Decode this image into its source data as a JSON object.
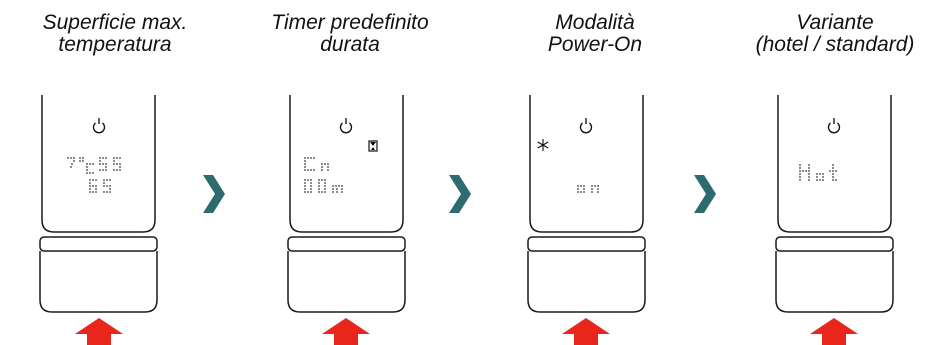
{
  "steps": [
    {
      "title": [
        "Superficie max.",
        "temperatura"
      ],
      "display": [
        "7ꟲC5",
        "65"
      ],
      "indicator": "none"
    },
    {
      "title": [
        "Timer predefinito",
        "durata"
      ],
      "display": [
        "C0",
        "00m"
      ],
      "indicator": "hourglass-icon"
    },
    {
      "title": [
        "Modalità",
        "Power-On"
      ],
      "display": [
        "",
        "on"
      ],
      "indicator": "snowflake-icon"
    },
    {
      "title": [
        "Variante",
        "(hotel / standard)"
      ],
      "display": [
        "",
        "Hot"
      ],
      "indicator": "none"
    }
  ],
  "icons": {
    "power": "power-icon",
    "next": "chevron-right-icon",
    "press": "up-arrow-icon"
  },
  "colors": {
    "chevron": "#2e6b6f",
    "press_arrow": "#e8261c",
    "device_outline": "#1a1a1a",
    "dot": "#666666"
  }
}
